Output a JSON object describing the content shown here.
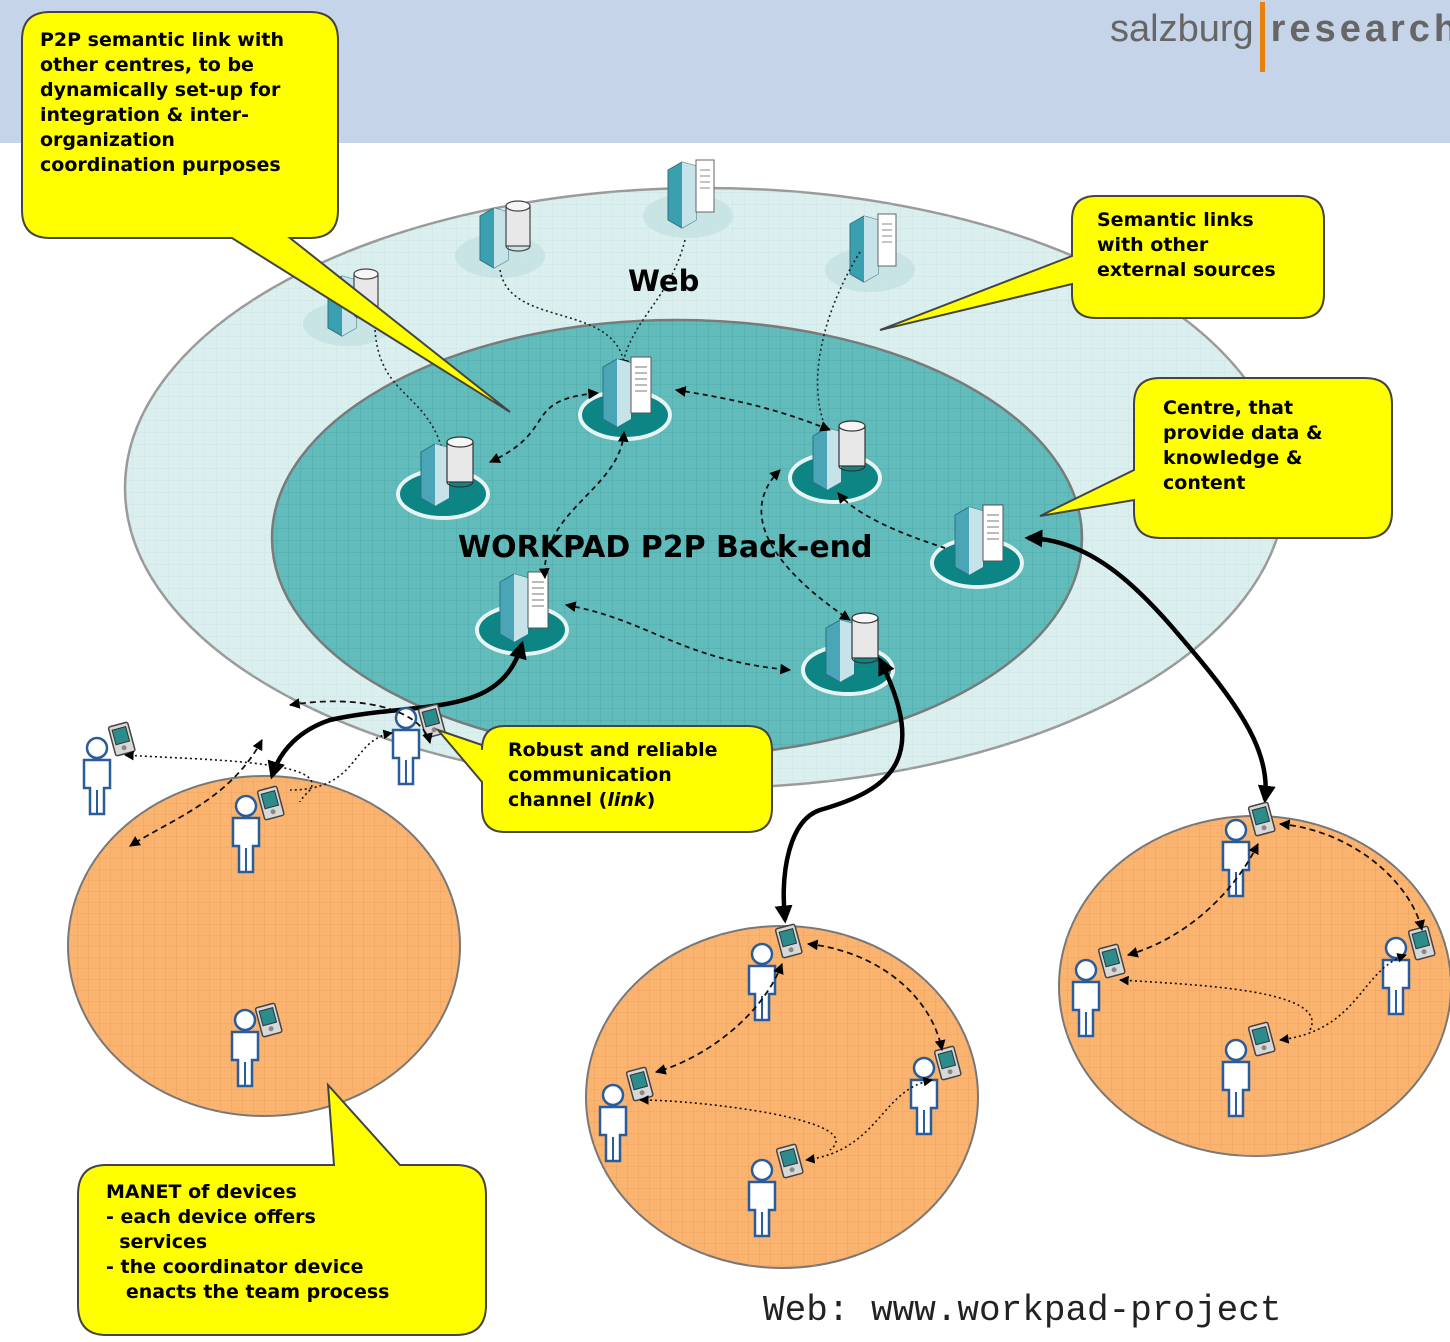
{
  "header": {
    "logo_part1": "salzburg",
    "logo_part2": "research"
  },
  "labels": {
    "web": "Web",
    "backend": "WORKPAD P2P Back-end"
  },
  "callouts": {
    "p2p_link": [
      "P2P semantic link with",
      "other centres, to be",
      "dynamically set-up for",
      "integration & inter-",
      "organization",
      "coordination purposes"
    ],
    "semantic_links": [
      "Semantic links",
      "with other",
      "external sources"
    ],
    "centre": [
      "Centre, that",
      "provide data &",
      "knowledge &",
      "content"
    ],
    "robust_channel": [
      "Robust and reliable",
      "communication",
      "channel ("
    ],
    "robust_channel_italic": "link",
    "robust_channel_end": ")",
    "manet": [
      "MANET of devices",
      "- each device offers",
      "  services",
      "- the coordinator device",
      "   enacts the team process"
    ]
  },
  "footer": "Web: www.workpad-project",
  "colors": {
    "header_band": "#c6d4ea",
    "callout_fill": "#ffff00",
    "outer_ellipse": "#daeeee",
    "inner_ellipse": "#5cb8b8",
    "manet_fill": "#fbb470",
    "logo_accent": "#e8820c"
  },
  "icons": {
    "server": "server-icon",
    "database": "database-icon",
    "person": "person-icon",
    "pda": "pda-icon"
  }
}
